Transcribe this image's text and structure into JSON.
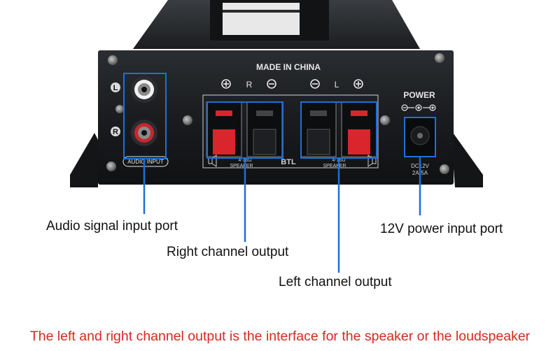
{
  "device": {
    "panel_heading": "MADE IN CHINA",
    "channel_r": "R",
    "channel_l": "L",
    "power_label": "POWER",
    "audio_input_label": "AUDIO INPUT",
    "rca_left": "L",
    "rca_right": "R",
    "speaker_label": "SPEAKER",
    "speaker_impedance": "4-16Ω",
    "btl_label": "BTL",
    "dc_rating_line1": "DC12V",
    "dc_rating_line2": "2A-5A"
  },
  "callouts": {
    "audio_input": "Audio signal input port",
    "right_output": "Right channel output",
    "left_output": "Left channel output",
    "power_input": "12V power input port"
  },
  "footer": {
    "note": "The left and right channel output is the interface for the speaker or the loudspeaker"
  },
  "colors": {
    "highlight": "#1e6fd9",
    "footer_text": "#d42a1e",
    "chassis": "#17191c",
    "terminal_red": "#d8262c"
  }
}
